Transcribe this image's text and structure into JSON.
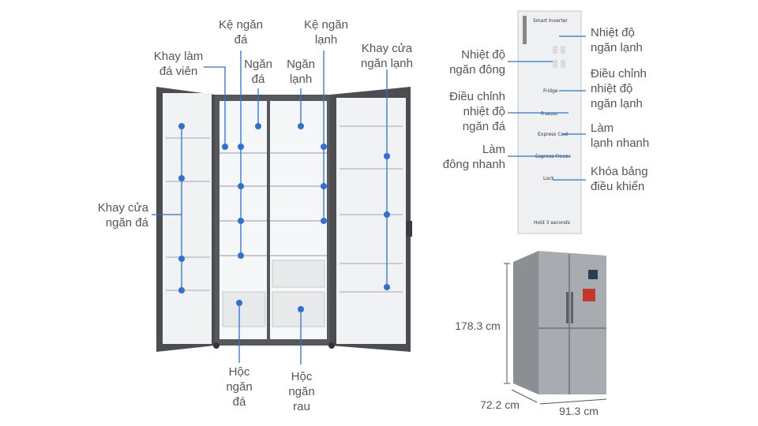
{
  "labels": {
    "ke_ngan_da": [
      "Kệ ngăn",
      "đá"
    ],
    "ke_ngan_lanh": [
      "Kệ ngăn",
      "lạnh"
    ],
    "khay_lam_da_vien": [
      "Khay làm",
      "đá viên"
    ],
    "ngan_da": [
      "Ngăn",
      "đá"
    ],
    "ngan_lanh": [
      "Ngăn",
      "lạnh"
    ],
    "khay_cua_ngan_lanh": [
      "Khay cửa",
      "ngăn lạnh"
    ],
    "khay_cua_ngan_da": [
      "Khay cửa",
      "ngăn đá"
    ],
    "hoc_ngan_da": [
      "Hộc",
      "ngăn",
      "đá"
    ],
    "hoc_ngan_rau": [
      "Hộc",
      "ngăn",
      "rau"
    ]
  },
  "panel_labels": {
    "nhiet_do_ngan_dong": [
      "Nhiệt độ",
      "ngăn đông"
    ],
    "dieu_chinh_nhiet_do_ngan_da": [
      "Điều chỉnh",
      "nhiệt độ",
      "ngăn đá"
    ],
    "lam_dong_nhanh": [
      "Làm",
      "đông nhanh"
    ],
    "nhiet_do_ngan_lanh": [
      "Nhiệt độ",
      "ngăn lạnh"
    ],
    "dieu_chinh_nhiet_do_ngan_lanh": [
      "Điều chỉnh",
      "nhiệt độ",
      "ngăn lạnh"
    ],
    "lam_lanh_nhanh": [
      "Làm",
      "lạnh nhanh"
    ],
    "khoa_bang_dieu_khien": [
      "Khóa bảng",
      "điều khiển"
    ]
  },
  "panel_buttons": {
    "fridge": "Fridge",
    "freezer": "Freezer",
    "express_cool": "Express Cool",
    "express_freeze": "Express Freeze",
    "lock": "Lock",
    "brand": "Smart Inverter",
    "hold": "Hold 3 seconds"
  },
  "dimensions": {
    "height": "178.3 cm",
    "depth": "72.2 cm",
    "width": "91.3 cm"
  },
  "colors": {
    "marker": "#2f6fd6",
    "label_text": "#555555",
    "fridge_body": "#4a4d52",
    "fridge_interior": "#f4f5f6"
  }
}
